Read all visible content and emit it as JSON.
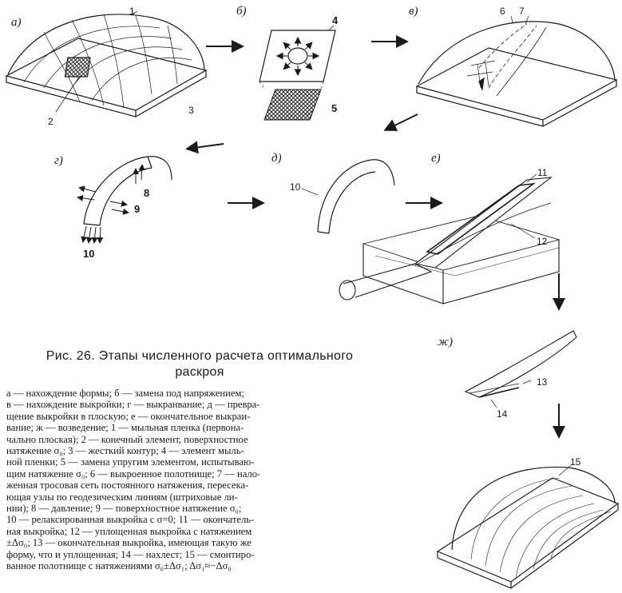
{
  "panels": {
    "a": "а)",
    "b": "б)",
    "v": "в)",
    "g": "г)",
    "d": "д)",
    "e": "е)",
    "zh": "ж)"
  },
  "numbers": {
    "n1": "1",
    "n2": "2",
    "n3": "3",
    "n4": "4",
    "n5": "5",
    "n6": "6",
    "n7": "7",
    "n8": "8",
    "n9": "9",
    "n10": "10",
    "n11": "11",
    "n12": "12",
    "n13": "13",
    "n14": "14",
    "n15": "15"
  },
  "caption": {
    "title_line1": "Рис. 26. Этапы численного расчета оптимального",
    "title_line2": "раскроя",
    "lines": [
      "а — нахождение формы; б — замена под напряжением;",
      "в — нахождение выкройки; г — выкранвание; д — превра-",
      "щение выкройки в плоскую; е — окончательное выкраи-",
      "вание; ж — возведение; 1 — мыльная пленка (первона-",
      "чально плоская); 2 — конечный элемент, поверхностное",
      "натяжение σ₀; 3 — жесткий контур; 4 — элемент мыль-",
      "ной пленки; 5 — замена упругим элементом, испытываю-",
      "щим натяжение σ₀; 6 — выкроенное полотнище; 7 — нало-",
      "женная тросовая сеть постоянного натяжения, пересека-",
      "ющая узлы по геодезическим линиям (штриховые ли-",
      "нии); 8 — давление; 9 — поверхностное натяжение σ₀;",
      "10 — релаксированная выкройка с σ=0; 11 — окончатель-",
      "ная выкройка; 12 — уплощенная выкройка с натяжением",
      "±Δσ₀; 13 — окончательная выкройка, имеющая такую же",
      "форму, что и уплощенная; 14 — нахлест; 15 — смонтиро-",
      "ванное полотнище с натяжениями σ₀±Δσ₁; Δσ₁≈−Δσ₀"
    ]
  }
}
